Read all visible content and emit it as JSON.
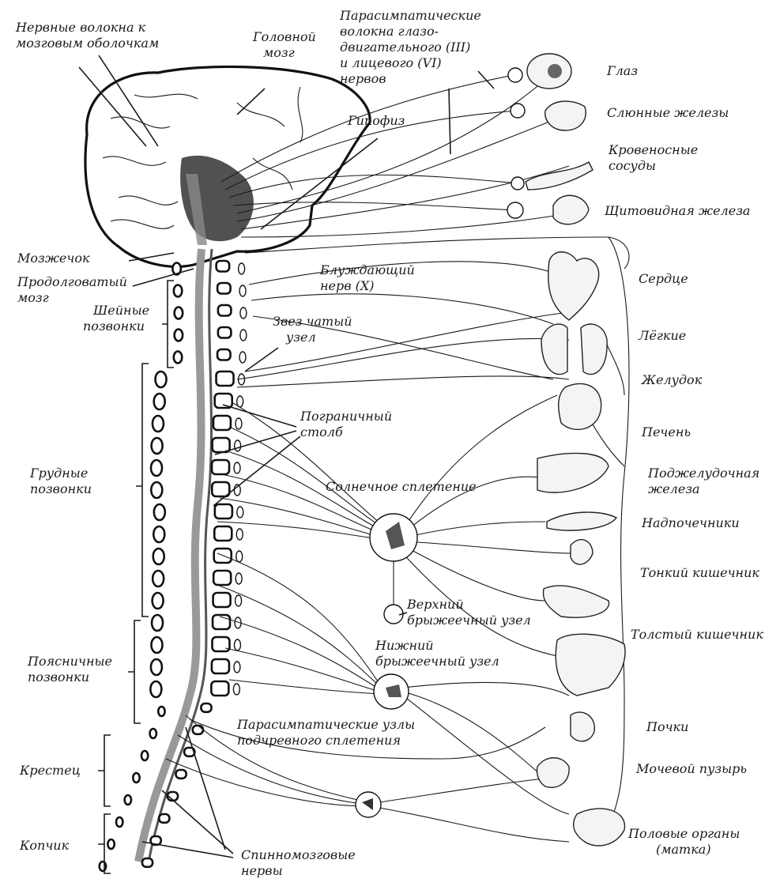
{
  "labels": {
    "meningeal_fibers": [
      "Нервные волокна к",
      "мозговым оболочкам"
    ],
    "brain": [
      "Головной",
      "мозг"
    ],
    "parasympathetic_fibers": [
      "Парасимпатические",
      "волокна глазо-",
      "двигательного (III)",
      "и лицевого (VI)",
      "нервов"
    ],
    "pituitary": [
      "Гипофиз"
    ],
    "cerebellum": [
      "Мозжечок"
    ],
    "medulla": [
      "Продолговатый",
      "мозг"
    ],
    "vagus": [
      "Блуждающий",
      "нерв (X)"
    ],
    "cervical": [
      "Шейные",
      "позвонки"
    ],
    "stellate": [
      "Звез чатый",
      "узел"
    ],
    "border_column": [
      "Пограничный",
      "столб"
    ],
    "thoracic": [
      "Грудные",
      "позвонки"
    ],
    "solar_plexus": [
      "Солнечное сплетение"
    ],
    "superior_mesenteric": [
      "Верхний",
      "брыжеечный узел"
    ],
    "inferior_mesenteric": [
      "Нижний",
      "брыжеечный узел"
    ],
    "lumbar": [
      "Поясничные",
      "позвонки"
    ],
    "hypogastric": [
      "Парасимпатические узлы",
      "подчревного сплетения"
    ],
    "sacrum": [
      "Крестец"
    ],
    "coccyx": [
      "Копчик"
    ],
    "spinal_nerves": [
      "Спинномозговые",
      "нервы"
    ]
  },
  "organs": [
    "Глаз",
    "Слюнные железы",
    [
      "Кровеносные",
      "сосуды"
    ],
    "Щитовидная железа",
    "Сердце",
    "Лёгкие",
    "Желудок",
    "Печень",
    [
      "Поджелудочная",
      "железа"
    ],
    "Надпочечники",
    "Тонкий кишечник",
    "Толстый кишечник",
    "Почки",
    "Мочевой пузырь",
    [
      "Половые органы",
      "(матка)"
    ]
  ]
}
